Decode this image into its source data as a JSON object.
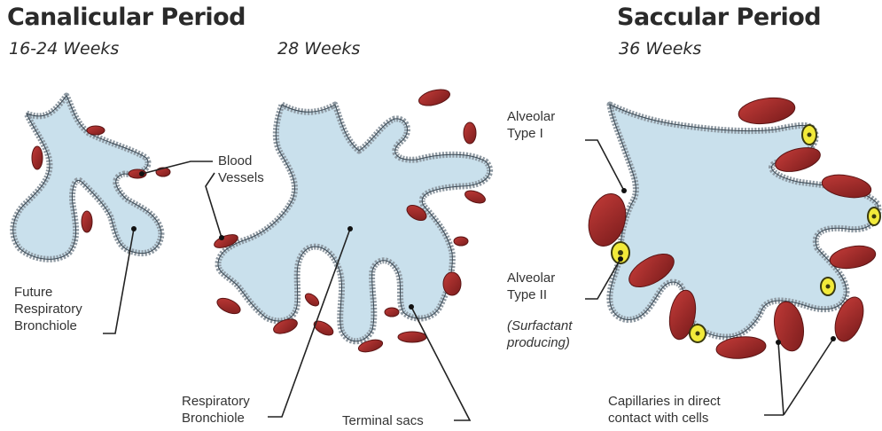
{
  "titles": {
    "canalicular": "Canalicular Period",
    "canalicular_weeks": "16-24 Weeks",
    "middle_weeks": "28 Weeks",
    "saccular": "Saccular Period",
    "saccular_weeks": "36 Weeks"
  },
  "labels": {
    "blood_line1": "Blood",
    "blood_line2": "Vessels",
    "future_line1": "Future",
    "future_line2": "Respiratory",
    "future_line3": "Bronchiole",
    "resp_line1": "Respiratory",
    "resp_line2": "Bronchiole",
    "terminal_sacs": "Terminal sacs",
    "type1_line1": "Alveolar",
    "type1_line2": "Type I",
    "type2_line1": "Alveolar",
    "type2_line2": "Type II",
    "surf_line1": "(Surfactant",
    "surf_line2": "producing)",
    "cap_line1": "Capillaries in direct",
    "cap_line2": "contact with cells"
  },
  "colors": {
    "lumen": "#c9e0ec",
    "epithelium": "#8f9aa3",
    "vessel": "#a9302f",
    "vessel_dark": "#7a1c1c",
    "type2_cell": "#f2ea3a",
    "leader": "#222222"
  }
}
